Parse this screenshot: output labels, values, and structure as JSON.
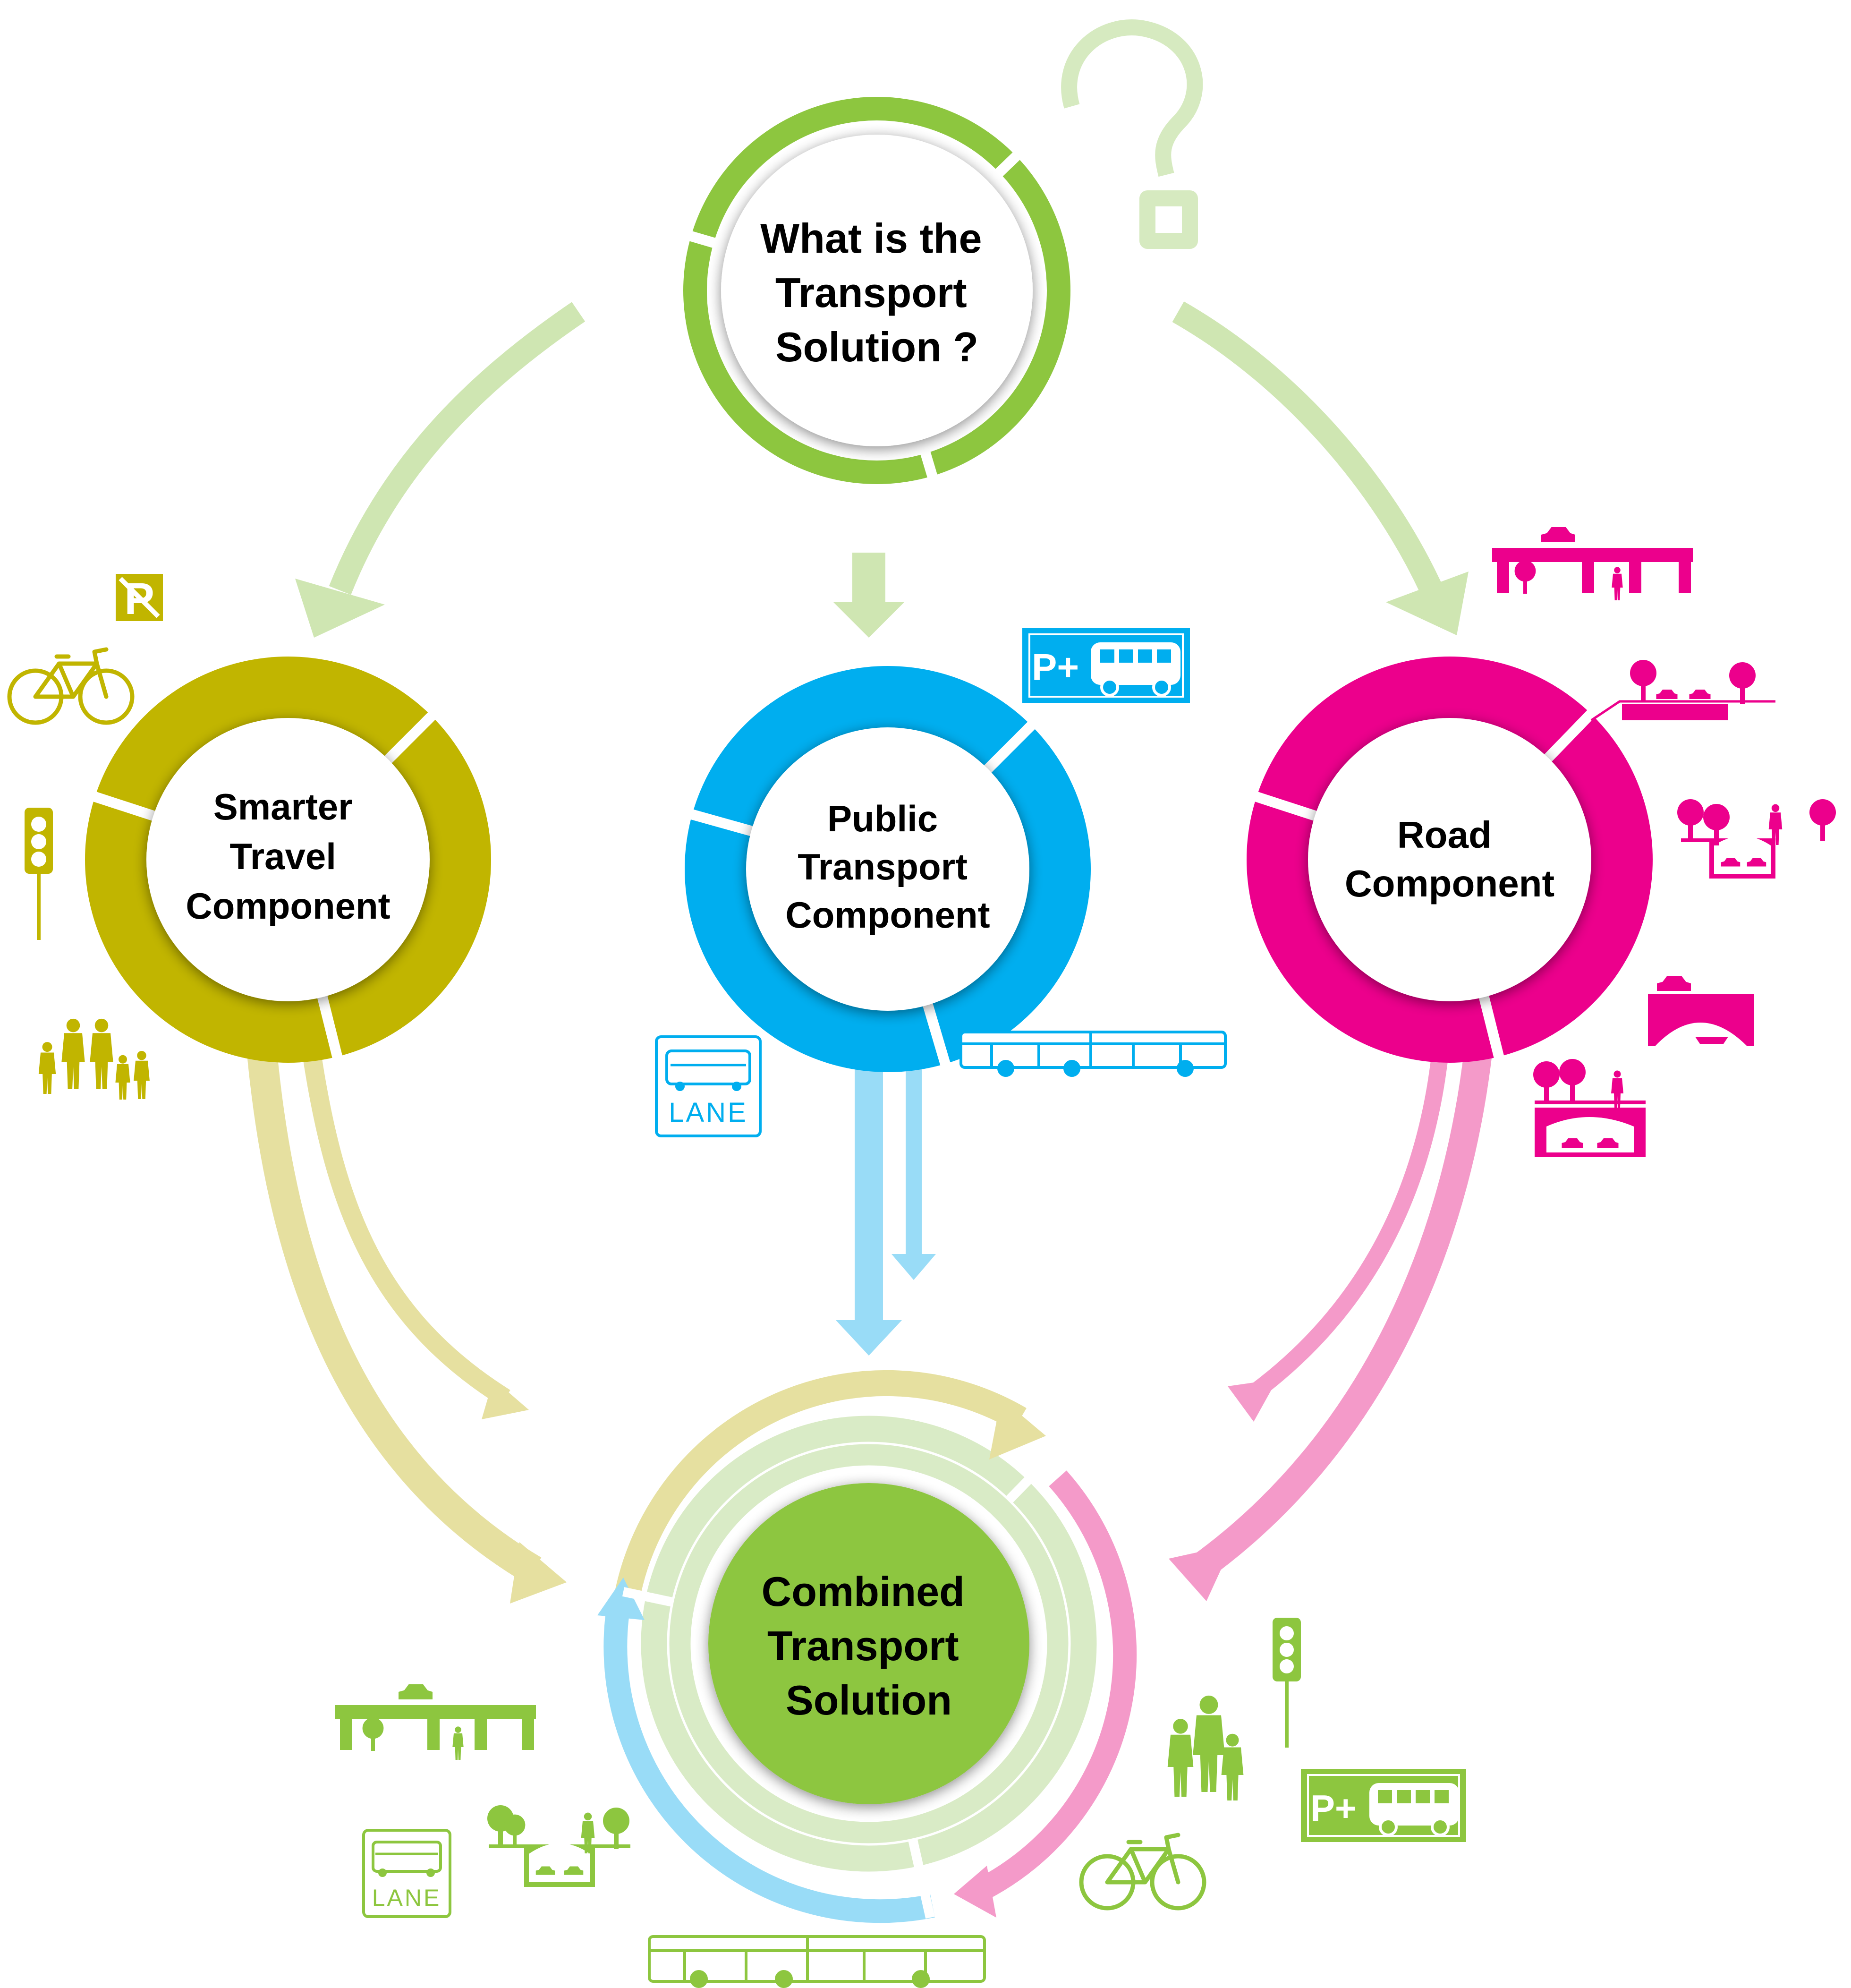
{
  "nodes": {
    "top": {
      "lines": [
        "What is the",
        "Transport",
        "Solution ?"
      ]
    },
    "smarter": {
      "lines": [
        "Smarter",
        "Travel",
        "Component"
      ]
    },
    "public": {
      "lines": [
        "Public",
        "Transport",
        "Component"
      ]
    },
    "road": {
      "lines": [
        "Road",
        "Component"
      ]
    },
    "combined": {
      "lines": [
        "Combined",
        "Transport",
        "Solution"
      ]
    }
  },
  "badges": {
    "parking": "P",
    "park_ride": "P+",
    "lane": "LANE"
  },
  "colors": {
    "green": "#8dc63f",
    "light_green": "#cfe6b2",
    "olive": "#c1b500",
    "light_olive": "#e6e0a0",
    "blue": "#00aeef",
    "light_blue": "#99dcf7",
    "magenta": "#ec008c",
    "light_magenta": "#f49ac9",
    "question": "#d6eac0"
  },
  "icons": {
    "smarter": [
      "no-parking-icon",
      "bicycle-icon",
      "traffic-light-icon",
      "family-icon"
    ],
    "public": [
      "park-and-ride-icon",
      "bus-lane-icon",
      "articulated-bus-icon"
    ],
    "road": [
      "flyover-icon",
      "surface-road-icon",
      "underpass-icon",
      "bridge-icon",
      "tunnel-icon"
    ],
    "combined": [
      "flyover-icon",
      "bus-lane-icon",
      "underpass-icon",
      "articulated-bus-icon",
      "traffic-light-icon",
      "family-icon",
      "park-and-ride-icon",
      "bicycle-icon"
    ]
  }
}
